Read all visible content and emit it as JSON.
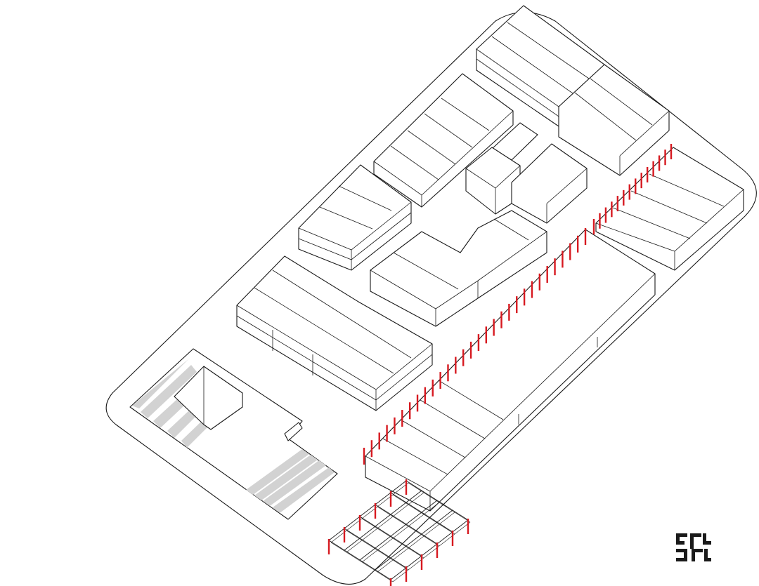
{
  "diagram": {
    "colors": {
      "line": "#1a1a1a",
      "fill": "#ffffff",
      "accent": "#d71920",
      "ramp": "#d2d2d2"
    },
    "icons": {
      "logo": "studio-monogram-logo"
    },
    "columns": {
      "main_row_count": 30,
      "east_row_count": 14,
      "grid_column_count": 12
    }
  }
}
